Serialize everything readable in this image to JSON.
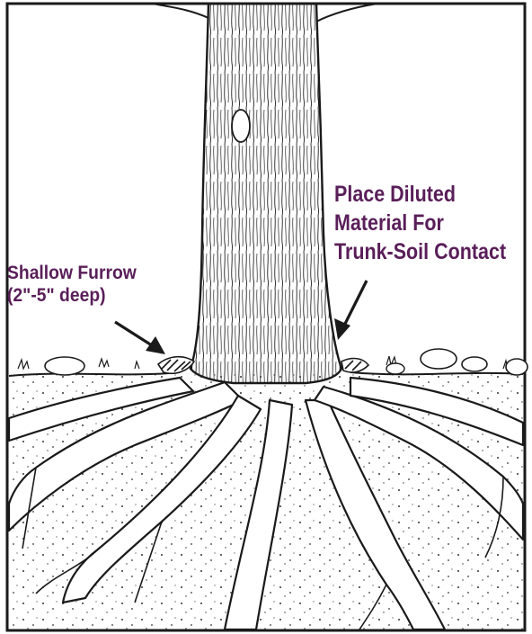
{
  "labels": {
    "furrow": {
      "line1": "Shallow Furrow",
      "line2": "(2\"-5\" deep)"
    },
    "placement": {
      "line1": "Place Diluted",
      "line2": "Material For",
      "line3": "Trunk-Soil Contact"
    }
  },
  "colors": {
    "label_text": "#5a1e59",
    "line_art": "#1a1a1a",
    "background": "#ffffff"
  },
  "icons": {
    "furrow_pointer": "arrow-right-down-icon",
    "placement_pointer": "arrow-left-down-icon"
  }
}
